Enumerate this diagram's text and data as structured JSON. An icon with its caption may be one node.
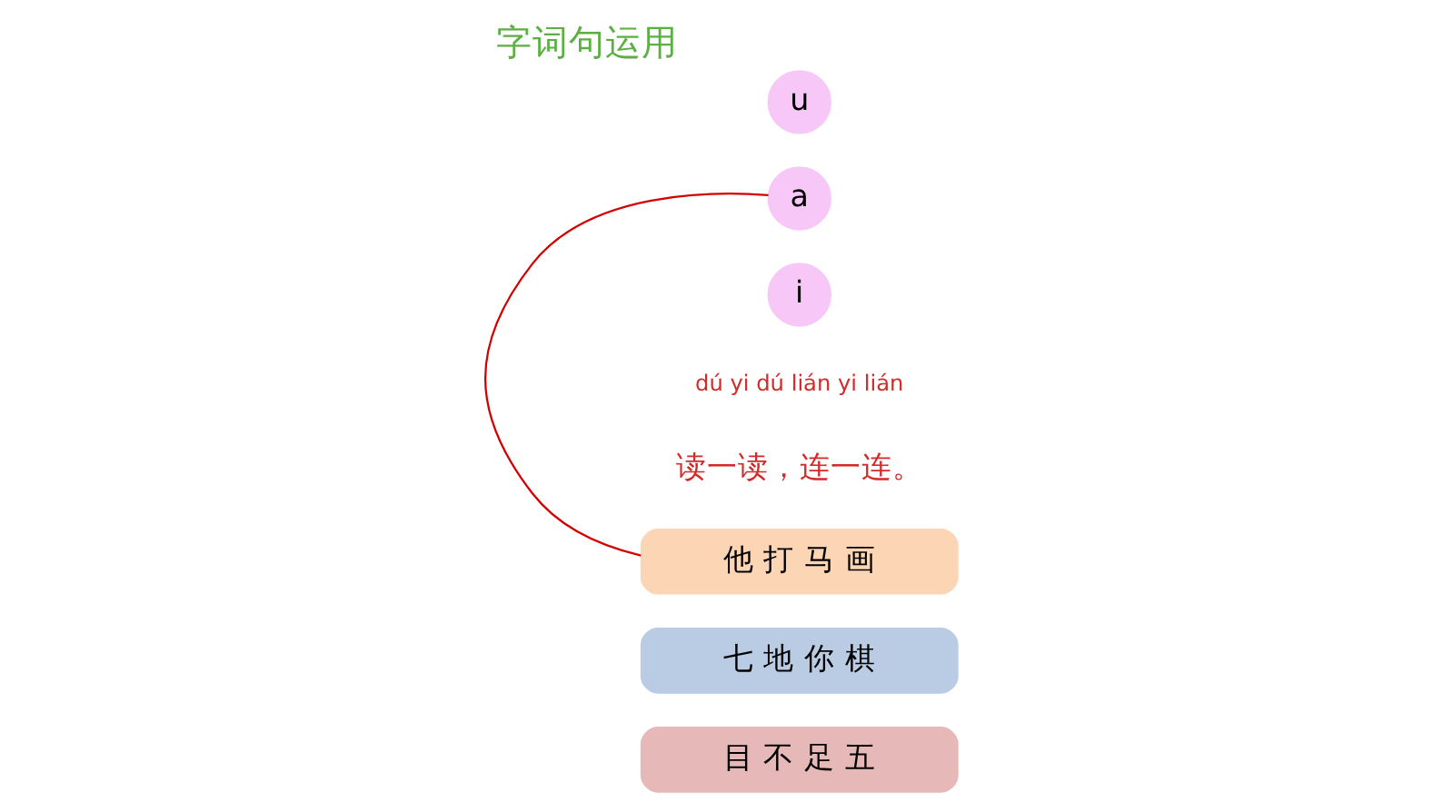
{
  "diagram": {
    "title": "字词句运用",
    "nodes": [
      {
        "text": [
          "他 打 马 画"
        ]
      },
      {
        "text": [
          "七 地 你 棋"
        ]
      },
      {
        "text": [
          "目 不 足 五"
        ]
      },
      {
        "text": [
          "u"
        ]
      },
      {
        "text": [
          "a"
        ]
      },
      {
        "text": [
          "i"
        ]
      }
    ],
    "edges": [
      {
        "from": 0,
        "to": 4,
        "arrow": "none"
      }
    ],
    "labels": [
      "dú yi dú lián yi lián",
      "读一读，连一连。"
    ]
  }
}
